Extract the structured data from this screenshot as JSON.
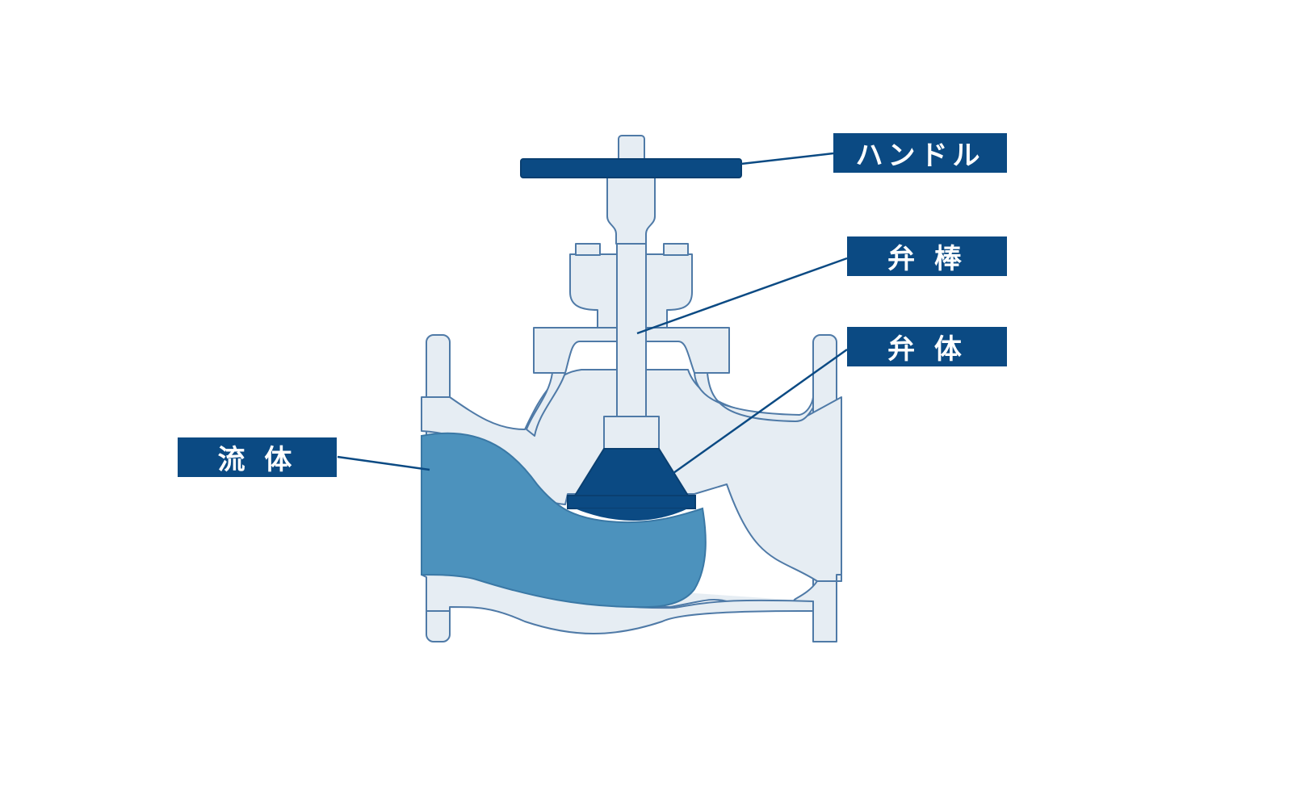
{
  "labels": {
    "handle": "ハンドル",
    "stem": "弁 棒",
    "disc": "弁 体",
    "fluid": "流 体"
  },
  "colors": {
    "body_fill": "#e6edf3",
    "body_stroke": "#4f7aa7",
    "fluid": "#4c92bd",
    "dark_blue": "#0b4a83",
    "label_bg": "#0b4a83",
    "label_text": "#ffffff"
  }
}
